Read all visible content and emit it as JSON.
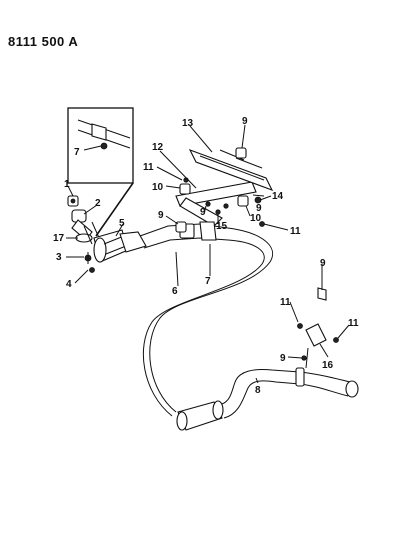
{
  "figure_code": "8111 500 A",
  "callouts": [
    {
      "id": "c1",
      "label": "1"
    },
    {
      "id": "c2",
      "label": "2"
    },
    {
      "id": "c3",
      "label": "3"
    },
    {
      "id": "c4",
      "label": "4"
    },
    {
      "id": "c5",
      "label": "5"
    },
    {
      "id": "c6",
      "label": "6"
    },
    {
      "id": "c7a",
      "label": "7"
    },
    {
      "id": "c7b",
      "label": "7"
    },
    {
      "id": "c8",
      "label": "8"
    },
    {
      "id": "c9a",
      "label": "9"
    },
    {
      "id": "c9b",
      "label": "9"
    },
    {
      "id": "c9c",
      "label": "9"
    },
    {
      "id": "c9d",
      "label": "9"
    },
    {
      "id": "c9e",
      "label": "9"
    },
    {
      "id": "c9f",
      "label": "9"
    },
    {
      "id": "c10a",
      "label": "10"
    },
    {
      "id": "c10b",
      "label": "10"
    },
    {
      "id": "c11a",
      "label": "11"
    },
    {
      "id": "c11b",
      "label": "11"
    },
    {
      "id": "c11c",
      "label": "11"
    },
    {
      "id": "c11d",
      "label": "11"
    },
    {
      "id": "c12",
      "label": "12"
    },
    {
      "id": "c13",
      "label": "13"
    },
    {
      "id": "c14",
      "label": "14"
    },
    {
      "id": "c15",
      "label": "15"
    },
    {
      "id": "c16",
      "label": "16"
    },
    {
      "id": "c17",
      "label": "17"
    }
  ]
}
